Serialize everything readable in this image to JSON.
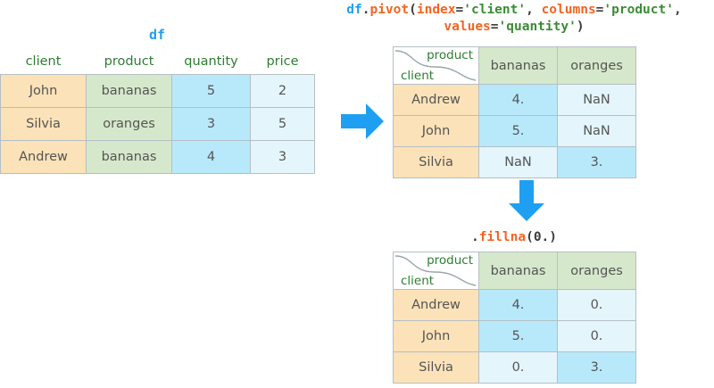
{
  "source_table": {
    "label": "df",
    "columns": [
      "client",
      "product",
      "quantity",
      "price"
    ],
    "rows": [
      {
        "client": "John",
        "product": "bananas",
        "quantity": "5",
        "price": "2"
      },
      {
        "client": "Silvia",
        "product": "oranges",
        "quantity": "3",
        "price": "5"
      },
      {
        "client": "Andrew",
        "product": "bananas",
        "quantity": "4",
        "price": "3"
      }
    ]
  },
  "pivot_code": {
    "line1": [
      {
        "text": "df",
        "color": "#1e9ff2"
      },
      {
        "text": ".",
        "color": "#3b3b3b"
      },
      {
        "text": "pivot",
        "color": "#f26522"
      },
      {
        "text": "(",
        "color": "#3b3b3b"
      },
      {
        "text": "index",
        "color": "#f26522"
      },
      {
        "text": "=",
        "color": "#3b3b3b"
      },
      {
        "text": "'client'",
        "color": "#3d8b37"
      },
      {
        "text": ", ",
        "color": "#3b3b3b"
      },
      {
        "text": "columns",
        "color": "#f26522"
      },
      {
        "text": "=",
        "color": "#3b3b3b"
      },
      {
        "text": "'product'",
        "color": "#3d8b37"
      },
      {
        "text": ",",
        "color": "#3b3b3b"
      }
    ],
    "line2": [
      {
        "text": "values",
        "color": "#f26522"
      },
      {
        "text": "=",
        "color": "#3b3b3b"
      },
      {
        "text": "'quantity'",
        "color": "#3d8b37"
      },
      {
        "text": ")",
        "color": "#3b3b3b"
      }
    ]
  },
  "fillna_code": {
    "line1": [
      {
        "text": ".",
        "color": "#3b3b3b"
      },
      {
        "text": "fillna",
        "color": "#f26522"
      },
      {
        "text": "(0.)",
        "color": "#3b3b3b"
      }
    ]
  },
  "pivot_table": {
    "corner_top": "product",
    "corner_bottom": "client",
    "columns": [
      "bananas",
      "oranges"
    ],
    "rows": [
      {
        "index": "Andrew",
        "bananas": "4.",
        "oranges": "NaN"
      },
      {
        "index": "John",
        "bananas": "5.",
        "oranges": "NaN"
      },
      {
        "index": "Silvia",
        "bananas": "NaN",
        "oranges": "3."
      }
    ]
  },
  "fillna_table": {
    "corner_top": "product",
    "corner_bottom": "client",
    "columns": [
      "bananas",
      "oranges"
    ],
    "rows": [
      {
        "index": "Andrew",
        "bananas": "4.",
        "oranges": "0."
      },
      {
        "index": "John",
        "bananas": "5.",
        "oranges": "0."
      },
      {
        "index": "Silvia",
        "bananas": "0.",
        "oranges": "3."
      }
    ]
  },
  "arrows": {
    "right_arrow": "arrow-right-icon",
    "down_arrow": "arrow-down-icon",
    "color": "#1e9ff2"
  },
  "palette": {
    "index_orange": "#fbe2b8",
    "header_green": "#d6e8cb",
    "value_blue_dark": "#b8e9fb",
    "value_blue_light": "#e4f5fc",
    "accent_blue": "#1e9ff2",
    "code_orange": "#f26522",
    "code_green": "#3d8b37",
    "header_text_green": "#2e7d32"
  }
}
